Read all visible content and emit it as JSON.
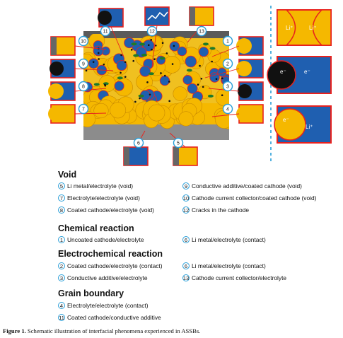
{
  "diagram": {
    "callouts": [
      "1",
      "2",
      "3",
      "4",
      "5",
      "6",
      "7",
      "8",
      "9",
      "10",
      "11",
      "12",
      "13"
    ],
    "ion_labels": {
      "li_plus_left": "Li⁺",
      "li_plus_right": "Li⁺",
      "e_left": "e⁻",
      "e_right": "e⁻",
      "e_bottom": "e⁻",
      "li_plus_bottom": "Li⁺"
    },
    "colors": {
      "cathode": "#f5b800",
      "electrolyte": "#1f5fb0",
      "contact_line": "#e8211d",
      "callout_ring": "#2a9fd8",
      "collector": "#777777",
      "additive": "#1e7a2a",
      "void": "#111111"
    }
  },
  "legend": {
    "void": {
      "title": "Void",
      "items": [
        {
          "num": "5",
          "text": "Li metal/electrolyte (void)"
        },
        {
          "num": "7",
          "text": "Electrolyte/electrolyte (void)"
        },
        {
          "num": "8",
          "text": "Coated cathode/electrolyte (void)"
        },
        {
          "num": "9",
          "text": "Conductive additive/coated cathode (void)"
        },
        {
          "num": "10",
          "text": "Cathode current collector/coated cathode (void)"
        },
        {
          "num": "12",
          "text": "Cracks in the cathode"
        }
      ]
    },
    "chemical": {
      "title": "Chemical reaction",
      "items": [
        {
          "num": "1",
          "text": "Uncoated cathode/electrolyte"
        },
        {
          "num": "6",
          "text": "Li metal/electrolyte (contact)"
        }
      ]
    },
    "electrochemical": {
      "title": "Electrochemical reaction",
      "items": [
        {
          "num": "2",
          "text": "Coated cathode/electrolyte (contact)"
        },
        {
          "num": "3",
          "text": "Conductive additive/electrolyte"
        },
        {
          "num": "6",
          "text": "Li metal/electrolyte (contact)"
        },
        {
          "num": "13",
          "text": "Cathode current collector/electrolyte"
        }
      ]
    },
    "grain": {
      "title": "Grain boundary",
      "items": [
        {
          "num": "4",
          "text": "Electrolyte/electrolyte (contact)"
        },
        {
          "num": "11",
          "text": "Coated cathode/conductive additive"
        }
      ]
    }
  },
  "caption": {
    "label": "Figure 1.",
    "text": " Schematic illustration of interfacial phenomena experienced in ASSBs."
  }
}
